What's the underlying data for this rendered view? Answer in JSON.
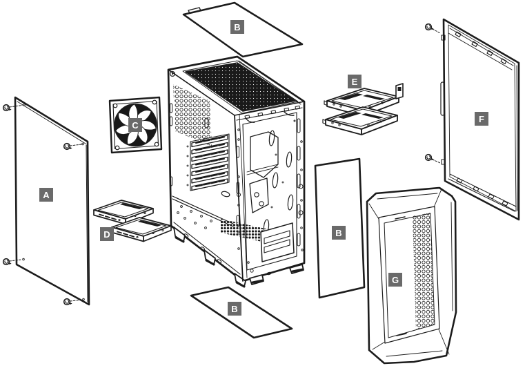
{
  "figure": {
    "type": "exploded-view-diagram"
  },
  "colors": {
    "background": "#ffffff",
    "line_art": "#1c1c1c",
    "callout_bg": "#6a6a6a",
    "callout_text": "#ffffff",
    "mesh_fill": "#161616"
  },
  "callouts": [
    {
      "letter": "A"
    },
    {
      "letter": "B"
    },
    {
      "letter": "C"
    },
    {
      "letter": "D"
    },
    {
      "letter": "E"
    },
    {
      "letter": "B"
    },
    {
      "letter": "F"
    },
    {
      "letter": "G"
    },
    {
      "letter": "B"
    }
  ]
}
